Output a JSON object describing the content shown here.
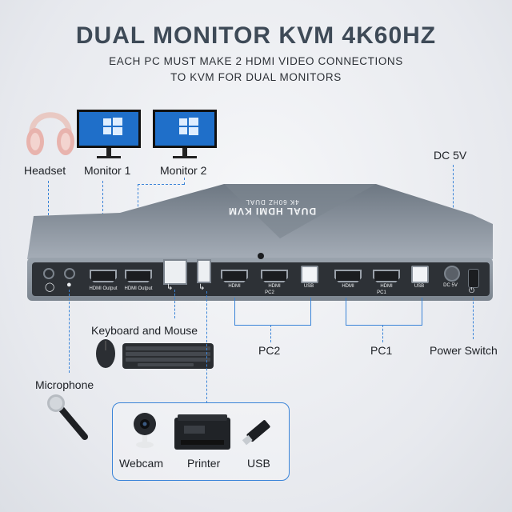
{
  "header": {
    "title": "DUAL MONITOR KVM 4K60HZ",
    "subtitle_line1": "EACH PC MUST MAKE 2 HDMI VIDEO CONNECTIONS",
    "subtitle_line2": "TO KVM FOR DUAL MONITORS"
  },
  "device": {
    "top_label_1": "DUAL HDMI KVM",
    "top_label_2": "4K 60HZ DUAL",
    "ports": {
      "hdmi_output_1": "HDMI Output",
      "hdmi_output_2": "HDMI Output",
      "pc2_hdmi_a": "HDMI",
      "pc2_hdmi_b": "HDMI",
      "pc2_usb": "USB",
      "pc2_group": "PC2",
      "pc1_hdmi_a": "HDMI",
      "pc1_hdmi_b": "HDMI",
      "pc1_usb": "USB",
      "pc1_group": "PC1",
      "dc_label": "DC 5V"
    }
  },
  "labels": {
    "headset": "Headset",
    "monitor1": "Monitor 1",
    "monitor2": "Monitor 2",
    "dc5v": "DC 5V",
    "keyboard_mouse": "Keyboard and Mouse",
    "pc2": "PC2",
    "pc1": "PC1",
    "power_switch": "Power Switch",
    "microphone": "Microphone",
    "webcam": "Webcam",
    "printer": "Printer",
    "usb": "USB"
  },
  "colors": {
    "accent": "#3a84d8",
    "device_body": "#8f98a3",
    "title": "#3e4a57"
  }
}
